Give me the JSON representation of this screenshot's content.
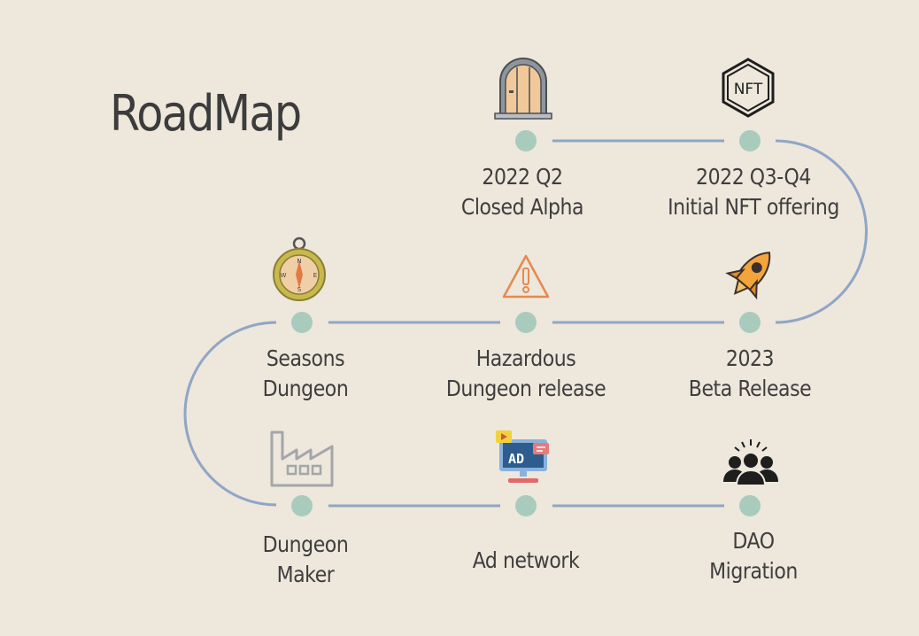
{
  "title": "RoadMap",
  "colors": {
    "background": "#ede7dc",
    "path": "#8fa6c6",
    "node": "#a9cbbd",
    "text": "#3e3e3e"
  },
  "milestones": [
    {
      "line1": "2022 Q2",
      "line2": "Closed Alpha",
      "icon": "door-icon"
    },
    {
      "line1": "2022 Q3-Q4",
      "line2": "Initial NFT offering",
      "icon": "nft-badge-icon",
      "icon_text": "NFT"
    },
    {
      "line1": "2023",
      "line2": "Beta Release",
      "icon": "rocket-icon"
    },
    {
      "line1": "Hazardous",
      "line2": "Dungeon release",
      "icon": "warning-icon"
    },
    {
      "line1": "Seasons",
      "line2": "Dungeon",
      "icon": "compass-icon",
      "icon_text": [
        "N",
        "S",
        "W",
        "E"
      ]
    },
    {
      "line1": "Dungeon",
      "line2": "Maker",
      "icon": "factory-icon"
    },
    {
      "line1": "Ad network",
      "line2": "",
      "icon": "ad-monitor-icon",
      "icon_text": "AD"
    },
    {
      "line1": "DAO",
      "line2": "Migration",
      "icon": "community-icon"
    }
  ]
}
